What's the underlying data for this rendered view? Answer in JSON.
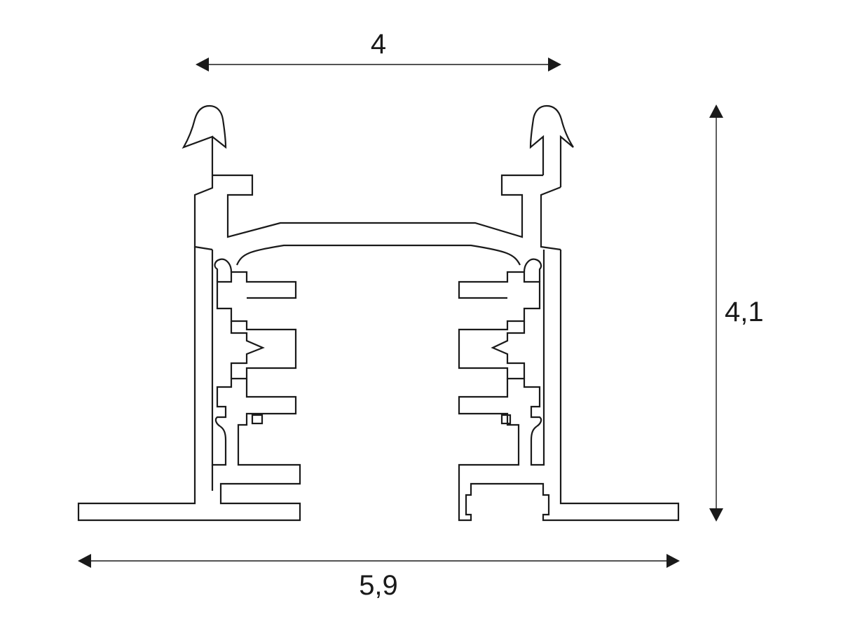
{
  "dimensions": {
    "top_width": "4",
    "overall_width": "5,9",
    "height": "4,1"
  }
}
